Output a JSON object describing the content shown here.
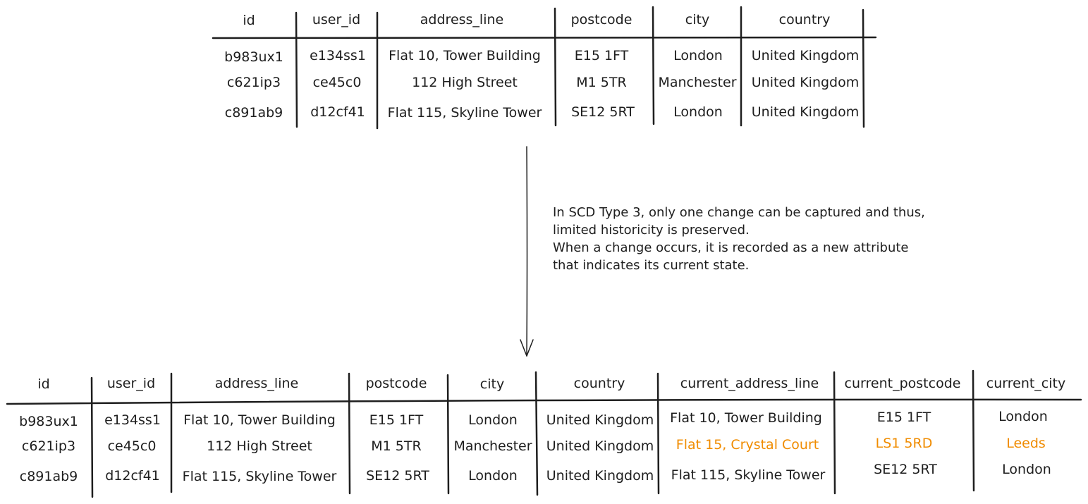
{
  "top_table": {
    "headers": [
      "id",
      "user_id",
      "address_line",
      "postcode",
      "city",
      "country"
    ],
    "rows": [
      [
        "b983ux1",
        "e134ss1",
        "Flat 10, Tower Building",
        "E15 1FT",
        "London",
        "United Kingdom"
      ],
      [
        "c621ip3",
        "ce45c0",
        "112 High Street",
        "M1 5TR",
        "Manchester",
        "United Kingdom"
      ],
      [
        "c891ab9",
        "d12cf41",
        "Flat 115, Skyline Tower",
        "SE12 5RT",
        "London",
        "United Kingdom"
      ]
    ]
  },
  "note": {
    "lines": [
      "In SCD Type 3, only one change can be captured and thus,",
      "limited historicity is preserved.",
      "When a change occurs, it is recorded as a new attribute",
      "that indicates its current state."
    ]
  },
  "bottom_table": {
    "headers": [
      "id",
      "user_id",
      "address_line",
      "postcode",
      "city",
      "country",
      "current_address_line",
      "current_postcode",
      "current_city"
    ],
    "rows": [
      [
        "b983ux1",
        "e134ss1",
        "Flat 10, Tower Building",
        "E15 1FT",
        "London",
        "United Kingdom",
        "Flat 10, Tower Building",
        "E15 1FT",
        "London"
      ],
      [
        "c621ip3",
        "ce45c0",
        "112 High Street",
        "M1 5TR",
        "Manchester",
        "United Kingdom",
        "Flat 15, Crystal Court",
        "LS1 5RD",
        "Leeds"
      ],
      [
        "c891ab9",
        "d12cf41",
        "Flat 115, Skyline Tower",
        "SE12 5RT",
        "London",
        "United Kingdom",
        "Flat 115, Skyline Tower",
        "SE12 5RT",
        "London"
      ]
    ]
  },
  "colors": {
    "stroke": "#1e1e1e",
    "highlight": "#f08c00"
  }
}
